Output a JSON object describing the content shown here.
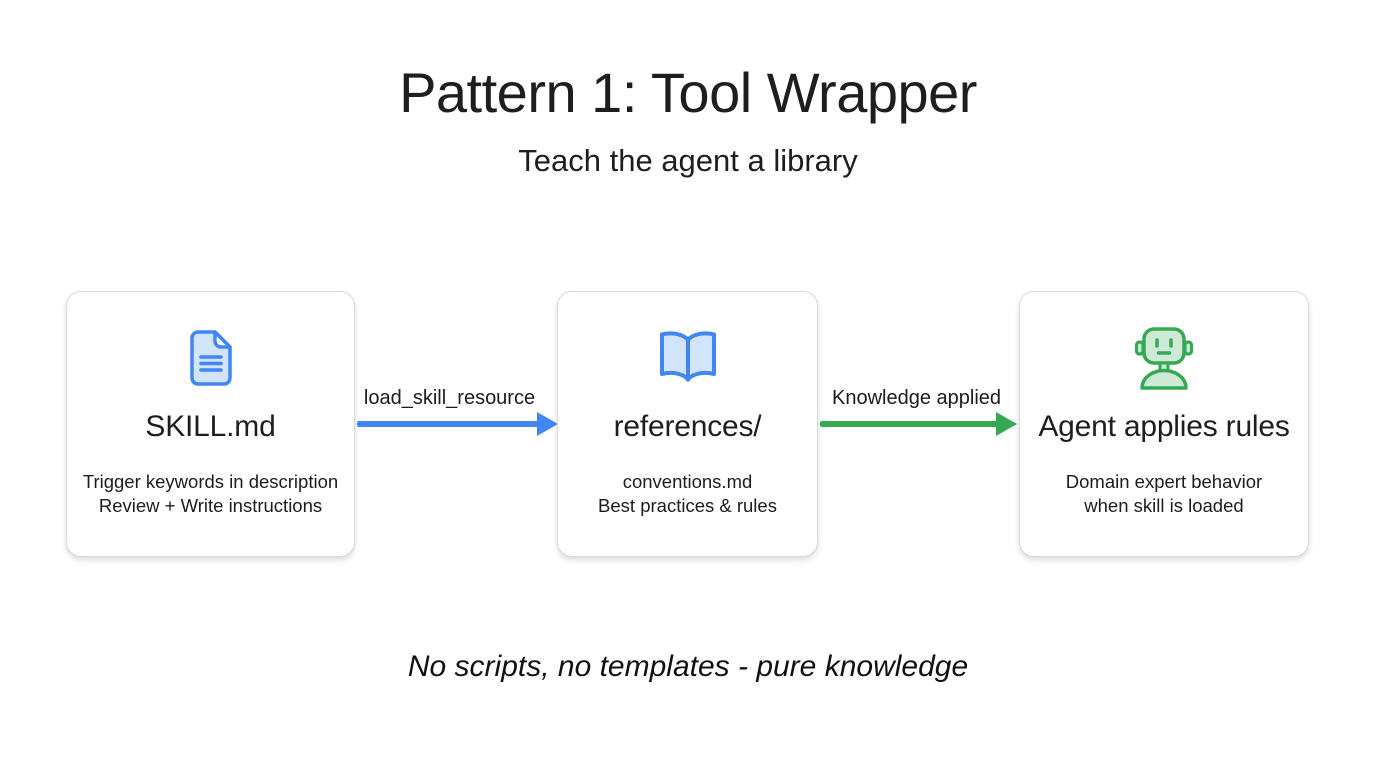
{
  "header": {
    "title": "Pattern 1: Tool Wrapper",
    "subtitle": "Teach the agent a library"
  },
  "nodes": [
    {
      "icon": "document-icon",
      "title": "SKILL.md",
      "desc_line1": "Trigger keywords in description",
      "desc_line2": "Review + Write instructions"
    },
    {
      "icon": "open-book-icon",
      "title": "references/",
      "desc_line1": "conventions.md",
      "desc_line2": "Best practices & rules"
    },
    {
      "icon": "robot-icon",
      "title": "Agent applies rules",
      "desc_line1": "Domain expert behavior",
      "desc_line2": "when skill is loaded"
    }
  ],
  "arrows": [
    {
      "label": "load_skill_resource",
      "color": "#4285f4",
      "direction": "right"
    },
    {
      "label": "Knowledge applied",
      "color": "#34a853",
      "direction": "right"
    }
  ],
  "footer": {
    "note": "No scripts, no templates - pure knowledge"
  },
  "colors": {
    "accent_blue": "#4285f4",
    "accent_blue_fill": "#d2e3fc",
    "accent_green": "#34a853",
    "accent_green_fill": "#ceead6",
    "card_border": "#d9d9d9",
    "text": "#1e1e1e",
    "background": "#ffffff"
  }
}
